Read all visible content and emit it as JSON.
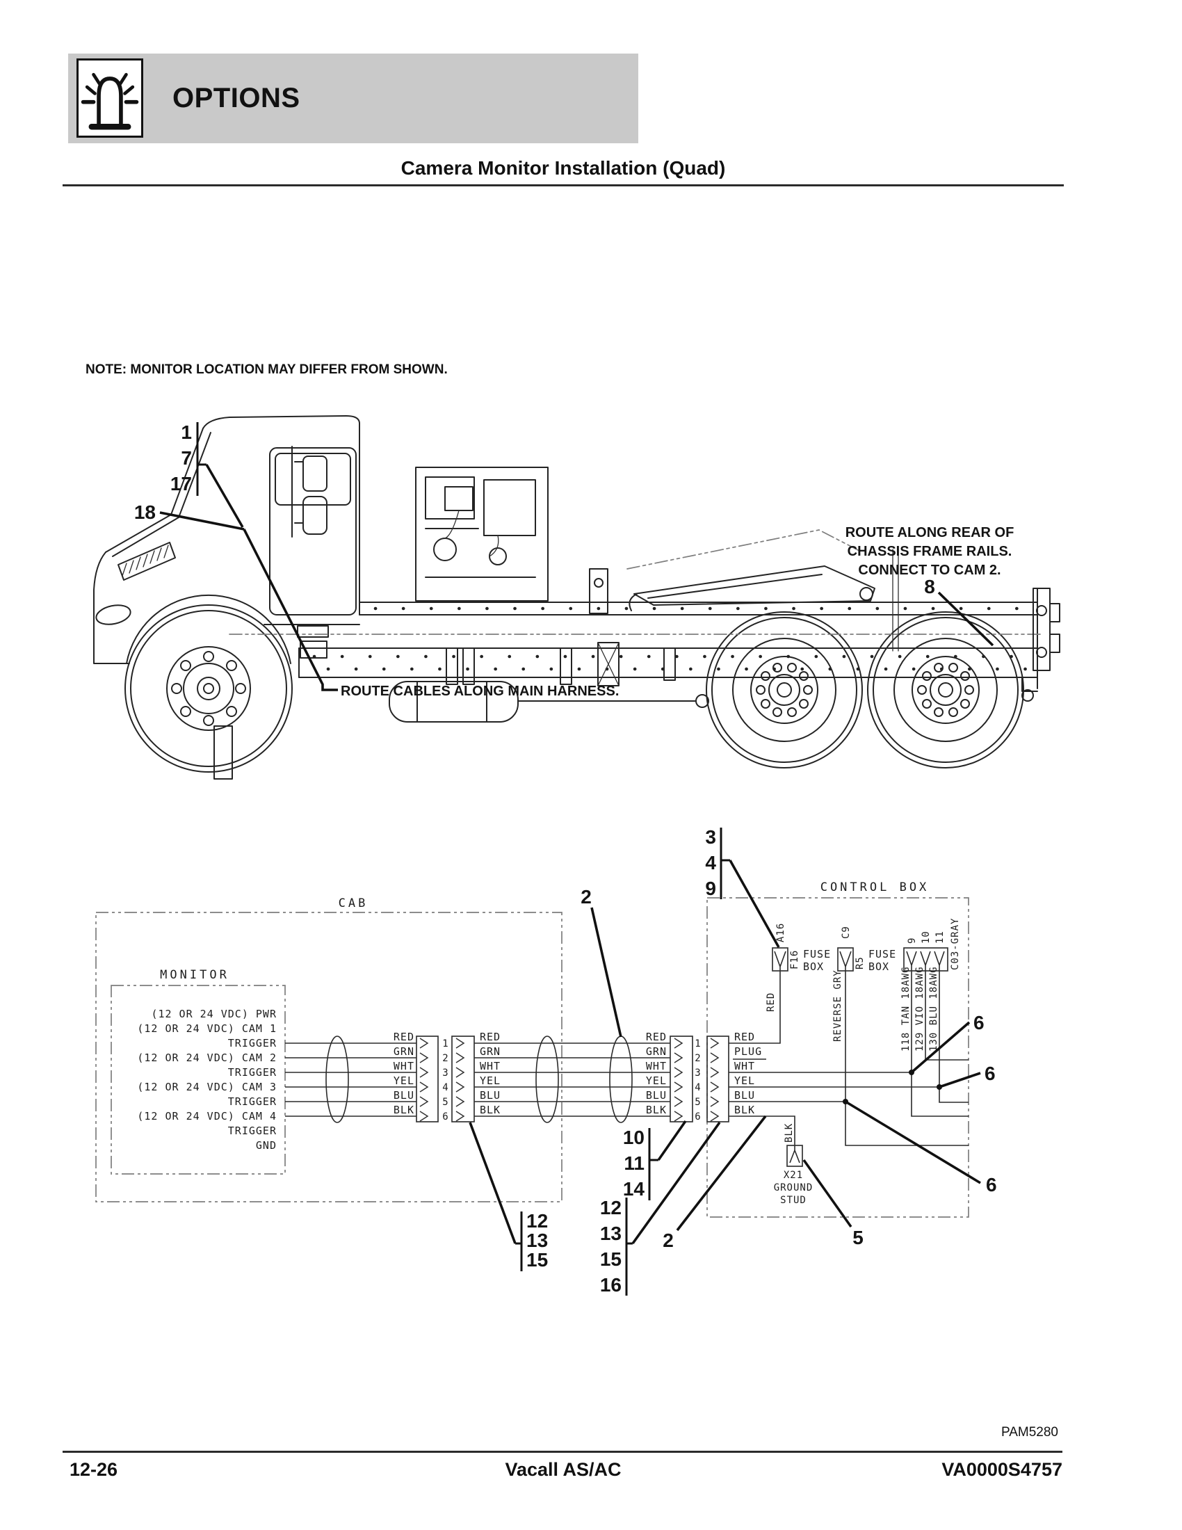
{
  "header": {
    "options": "OPTIONS"
  },
  "title": "Camera Monitor Installation (Quad)",
  "note": "NOTE: MONITOR LOCATION MAY DIFFER FROM SHOWN.",
  "truck": {
    "c1": "1",
    "c7": "7",
    "c17": "17",
    "c18": "18",
    "c8": "8",
    "route_rear_1": "ROUTE ALONG REAR OF",
    "route_rear_2": "CHASSIS FRAME RAILS.",
    "route_rear_3": "CONNECT TO CAM 2.",
    "route_main": "ROUTE CABLES ALONG MAIN HARNESS."
  },
  "wiring": {
    "cab_label": "CAB",
    "monitor_label": "MONITOR",
    "control_label": "CONTROL BOX",
    "monitor_pins": [
      "(12 OR 24 VDC) PWR",
      "(12 OR 24 VDC) CAM 1",
      "TRIGGER",
      "(12 OR 24 VDC) CAM 2",
      "TRIGGER",
      "(12 OR 24 VDC) CAM 3",
      "TRIGGER",
      "(12 OR 24 VDC) CAM 4",
      "TRIGGER",
      "GND"
    ],
    "wire_colors": [
      "RED",
      "GRN",
      "WHT",
      "YEL",
      "BLU",
      "BLK"
    ],
    "pin_numbers": [
      "1",
      "2",
      "3",
      "4",
      "5",
      "6"
    ],
    "control_pins": [
      "RED",
      "PLUG",
      "WHT",
      "YEL",
      "BLU",
      "BLK"
    ],
    "fuse1": {
      "circuit": "A16",
      "fuse_id": "F16",
      "label1": "FUSE",
      "label2": "BOX",
      "wire": "RED"
    },
    "fuse2": {
      "circuit": "C9",
      "fuse_id": "R5",
      "label1": "FUSE",
      "label2": "BOX",
      "wire": "REVERSE GRY"
    },
    "conn3": {
      "pin_a": "9",
      "pin_b": "10",
      "pin_c": "11",
      "connector_id": "C03-GRAY",
      "wire_a": "118 TAN 18AWG",
      "wire_b": "129 VIO 18AWG",
      "wire_c": "130 BLU 18AWG"
    },
    "ground": {
      "wire": "BLK",
      "name": "X21",
      "line2": "GROUND",
      "line3": "STUD"
    },
    "callouts": {
      "c2": "2",
      "c3": "3",
      "c4": "4",
      "c9": "9",
      "c6": "6",
      "c10": "10",
      "c11": "11",
      "c14": "14",
      "c12": "12",
      "c13": "13",
      "c15": "15",
      "c16": "16",
      "c5": "5"
    }
  },
  "footer": {
    "page_number": "12-26",
    "product": "Vacall AS/AC",
    "doc_number": "VA0000S4757",
    "ref": "PAM5280"
  }
}
